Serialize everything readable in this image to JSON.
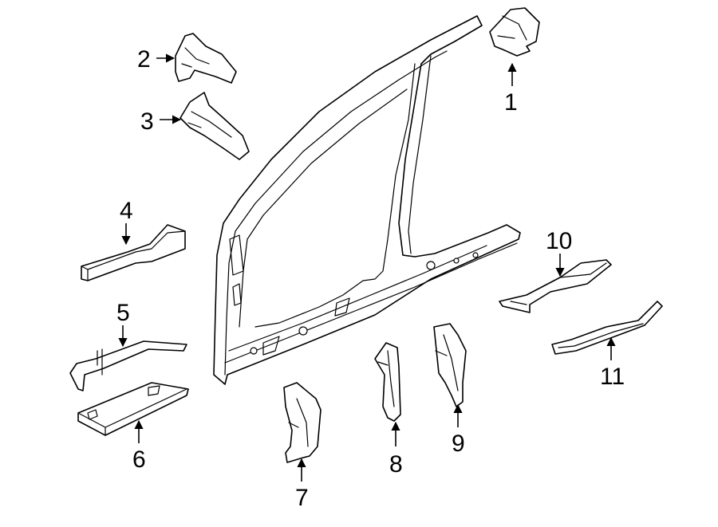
{
  "diagram": {
    "callouts": [
      {
        "id": 1,
        "label": "1"
      },
      {
        "id": 2,
        "label": "2"
      },
      {
        "id": 3,
        "label": "3"
      },
      {
        "id": 4,
        "label": "4"
      },
      {
        "id": 5,
        "label": "5"
      },
      {
        "id": 6,
        "label": "6"
      },
      {
        "id": 7,
        "label": "7"
      },
      {
        "id": 8,
        "label": "8"
      },
      {
        "id": 9,
        "label": "9"
      },
      {
        "id": 10,
        "label": "10"
      },
      {
        "id": 11,
        "label": "11"
      }
    ],
    "colors": {
      "line": "#000000",
      "fill": "#ffffff",
      "background": "#ffffff"
    }
  }
}
